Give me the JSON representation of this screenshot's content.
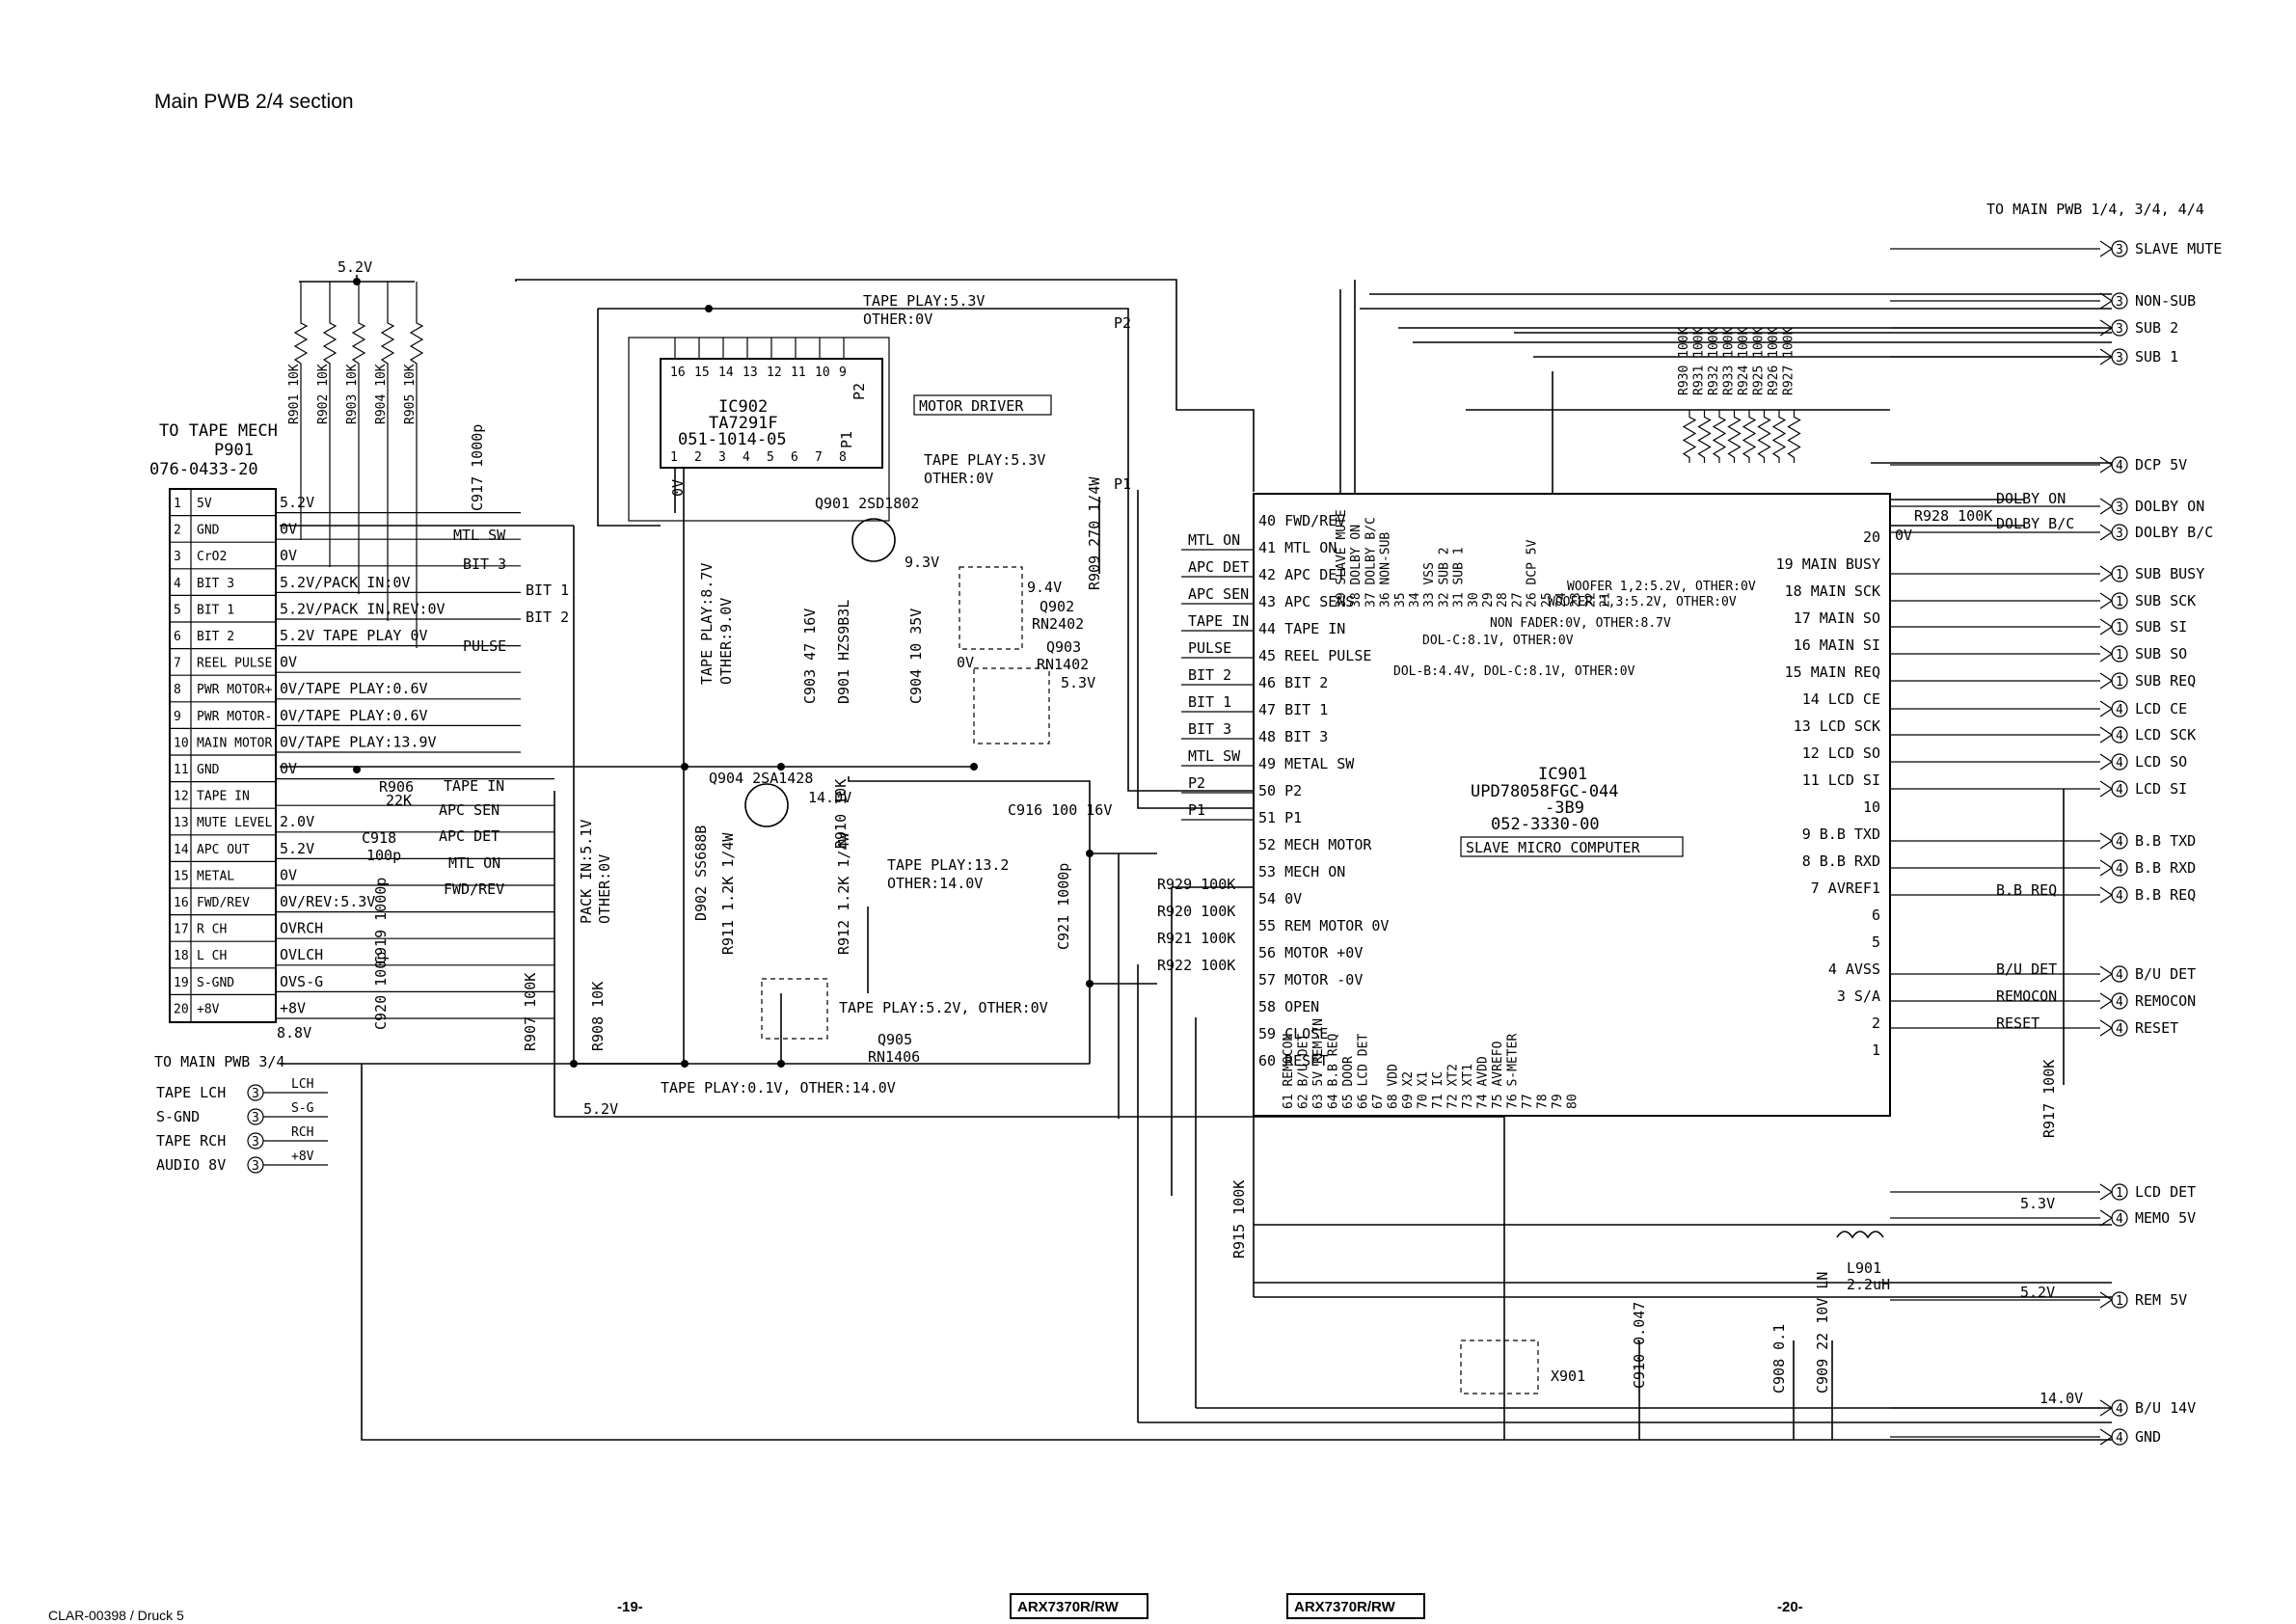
{
  "header": {
    "section_title": "Main PWB 2/4 section"
  },
  "footer": {
    "doc_id": "CLAR-00398 / Druck 5",
    "page_left": "-19-",
    "page_right": "-20-",
    "model_left": "ARX7370R/RW",
    "model_right": "ARX7370R/RW"
  },
  "tape_mech": {
    "title": "TO TAPE MECH",
    "connector": "P901",
    "part": "076-0433-20",
    "pins": [
      "1",
      "2",
      "3",
      "4",
      "5",
      "6",
      "7",
      "8",
      "9",
      "10",
      "11",
      "12",
      "13",
      "14",
      "15",
      "16",
      "17",
      "18",
      "19",
      "20"
    ],
    "names": [
      "5V",
      "GND",
      "CrO2",
      "BIT 3",
      "BIT 1",
      "BIT 2",
      "REEL PULSE",
      "PWR MOTOR+",
      "PWR MOTOR-",
      "MAIN MOTOR",
      "GND",
      "TAPE IN",
      "MUTE LEVEL",
      "APC OUT",
      "METAL",
      "FWD/REV",
      "R CH",
      "L CH",
      "S-GND",
      "+8V"
    ],
    "pin_voltages": [
      "5.2V",
      "0V",
      "0V",
      "5.2V/PACK IN:0V",
      "5.2V/PACK IN,REV:0V",
      "5.2V TAPE PLAY 0V",
      "0V",
      "0V/TAPE PLAY:0.6V",
      "0V/TAPE PLAY:0.6V",
      "0V/TAPE PLAY:13.9V",
      "0V",
      "",
      "2.0V",
      "5.2V",
      "0V",
      "0V/REV:5.3V",
      "OVRCH",
      "OVLCH",
      "OVS-G",
      "+8V"
    ],
    "signals": [
      "MTL SW",
      "BIT 3",
      "BIT 1",
      "BIT 2",
      "PULSE",
      "TAPE IN",
      "APC SEN",
      "APC DET",
      "MTL ON",
      "FWD/REV"
    ],
    "v_bottom": "8.8V"
  },
  "resistors_top": {
    "rail": "5.2V",
    "parts": [
      "R901 10K",
      "R902 10K",
      "R903 10K",
      "R904 10K",
      "R905 10K"
    ]
  },
  "audio_out": {
    "title": "TO MAIN PWB 3/4",
    "items": [
      "TAPE LCH",
      "S-GND",
      "TAPE RCH",
      "AUDIO 8V"
    ],
    "nets": [
      "LCH",
      "S-G",
      "RCH",
      "+8V"
    ],
    "conn_num": "3"
  },
  "motor_driver": {
    "ic": "IC902",
    "part": "TA7291F",
    "code": "051-1014-05",
    "label": "MOTOR DRIVER",
    "pins_top": [
      "16",
      "15",
      "14",
      "13",
      "12",
      "11",
      "10",
      "9"
    ],
    "pins_bot": [
      "1",
      "2",
      "3",
      "4",
      "5",
      "6",
      "7",
      "8"
    ],
    "p1": "P1",
    "p2": "P2",
    "pin_label_0v": "0V",
    "play_top": "TAPE PLAY:5.3V",
    "other_top": "OTHER:0V",
    "play_bot": "TAPE PLAY:5.3V",
    "other_bot": "OTHER:0V",
    "play_v": "TAPE PLAY:8.7V",
    "other_v": "OTHER:9.0V"
  },
  "parts": {
    "q901": "Q901 2SD1802",
    "v93": "9.3V",
    "r909": "R909 270 1/4W",
    "q902": "Q902",
    "rn2402": "RN2402",
    "v94": "9.4V",
    "q903": "Q903",
    "rn1402": "RN1402",
    "v53": "5.3V",
    "v0": "0V",
    "c903": "C903 47 16V",
    "d901": "D901 HZS9B3L",
    "c904": "C904 10 35V",
    "q904": "Q904 2SA1428",
    "v140": "14.0V",
    "r910": "R910 10K",
    "c916": "C916 100 16V",
    "d902": "D902 SS688B",
    "r911": "R911 1.2K 1/4W",
    "r912": "R912 1.2K 1/4W",
    "play132": "TAPE PLAY:13.2",
    "other140": "OTHER:14.0V",
    "c921": "C921 1000p",
    "q905": "Q905",
    "rn1406": "RN1406",
    "q905_play": "TAPE PLAY:5.2V, OTHER:0V",
    "play01": "TAPE PLAY:0.1V, OTHER:14.0V",
    "r906": "R906",
    "r906v": "22K",
    "c918": "C918",
    "c918v": "100p",
    "c919": "C919 1000p",
    "c920": "C920 100p",
    "c917": "C917 1000p",
    "r907": "R907 100K",
    "r908": "R908 10K",
    "pack": "PACK IN:5.1V",
    "pack2": "OTHER:0V",
    "v52": "5.2V"
  },
  "mcu": {
    "ic": "IC901",
    "part": "UPD78058FGC-044",
    "rev": "-3B9",
    "code": "052-3330-00",
    "label": "SLAVE MICRO COMPUTER",
    "left_pins": [
      "40 FWD/REV",
      "41 MTL ON",
      "42 APC DET",
      "43 APC SENS",
      "44 TAPE IN",
      "45 REEL PULSE",
      "46 BIT 2",
      "47 BIT 1",
      "48 BIT 3",
      "49 METAL SW",
      "50 P2",
      "51 P1",
      "52 MECH MOTOR",
      "53 MECH ON",
      "54 0V",
      "55 REM MOTOR 0V",
      "56 MOTOR +0V",
      "57 MOTOR -0V",
      "58 OPEN",
      "59 CLOSE",
      "60 RESET"
    ],
    "left_signals": [
      "MTL ON",
      "APC DET",
      "APC SEN",
      "TAPE IN",
      "PULSE",
      "BIT 2",
      "BIT 1",
      "BIT 3",
      "MTL SW",
      "P2",
      "P1"
    ],
    "top_pins": [
      "39 SLAVE MUTE",
      "38 DOLBY ON",
      "37 DOLBY B/C",
      "36 NON-SUB",
      "35",
      "34",
      "33 VSS",
      "32 SUB 2",
      "31 SUB 1",
      "30",
      "29",
      "28",
      "27",
      "26 DCP 5V",
      "25",
      "24",
      "23",
      "22",
      "21"
    ],
    "right_pins": [
      "20",
      "19 MAIN BUSY",
      "18 MAIN SCK",
      "17 MAIN SO",
      "16 MAIN SI",
      "15 MAIN REQ",
      "14 LCD CE",
      "13 LCD SCK",
      "12 LCD SO",
      "11 LCD SI",
      "10",
      "9 B.B TXD",
      "8 B.B RXD",
      "7 AVREF1",
      "6",
      "5",
      "4 AVSS",
      "3 S/A",
      "2",
      "1"
    ],
    "bottom_pins": [
      "61 REMOCON",
      "62 B/U DET",
      "63 5V REM-IN",
      "64 B.B REQ",
      "65 DOOR",
      "66 LCD DET",
      "67",
      "68 VDD",
      "69 X2",
      "70 X1",
      "71 IC",
      "72 XT2",
      "73 XT1",
      "74 AVDD",
      "75 AVREFO",
      "76 S-METER",
      "77",
      "78",
      "79",
      "80"
    ],
    "notes": [
      "WOOFER 1,2:5.2V, OTHER:0V",
      "WOOFER 1,3:5.2V, OTHER:0V",
      "NON FADER:0V, OTHER:8.7V",
      "DOL-C:8.1V, OTHER:0V",
      "DOL-B:4.4V, DOL-C:8.1V, OTHER:0V"
    ],
    "pullups": [
      "R930 100K",
      "R931 100K",
      "R932 100K",
      "R933 100K",
      "R924 100K",
      "R925 100K",
      "R926 100K",
      "R927 100K"
    ],
    "r928": "R928 100K",
    "r917": "R917 100K",
    "r915": "R915 100K",
    "r_left": [
      "R929 100K",
      "R920 100K",
      "R921 100K",
      "R922 100K"
    ],
    "l901": "L901",
    "l901v": "2.2uH",
    "x901": "X901",
    "c910": "C910 0.047",
    "c908": "C908 0.1",
    "c909": "C909 22 10V LN"
  },
  "right_io": {
    "title": "TO MAIN PWB 1/4, 3/4, 4/4",
    "items": [
      {
        "n": "3",
        "label": "SLAVE MUTE"
      },
      {
        "n": "3",
        "label": "NON-SUB"
      },
      {
        "n": "3",
        "label": "SUB 2"
      },
      {
        "n": "3",
        "label": "SUB 1"
      },
      {
        "n": "4",
        "label": "DCP 5V"
      },
      {
        "n": "3",
        "label": "DOLBY ON"
      },
      {
        "n": "3",
        "label": "DOLBY B/C"
      },
      {
        "n": "1",
        "label": "SUB BUSY"
      },
      {
        "n": "1",
        "label": "SUB SCK"
      },
      {
        "n": "1",
        "label": "SUB SI"
      },
      {
        "n": "1",
        "label": "SUB SO"
      },
      {
        "n": "1",
        "label": "SUB REQ"
      },
      {
        "n": "4",
        "label": "LCD CE"
      },
      {
        "n": "4",
        "label": "LCD SCK"
      },
      {
        "n": "4",
        "label": "LCD SO"
      },
      {
        "n": "4",
        "label": "LCD SI"
      },
      {
        "n": "4",
        "label": "B.B TXD"
      },
      {
        "n": "4",
        "label": "B.B RXD"
      },
      {
        "n": "4",
        "label": "B.B REQ"
      },
      {
        "n": "4",
        "label": "B/U DET"
      },
      {
        "n": "4",
        "label": "REMOCON"
      },
      {
        "n": "4",
        "label": "RESET"
      },
      {
        "n": "1",
        "label": "LCD DET"
      },
      {
        "n": "4",
        "label": "MEMO 5V"
      },
      {
        "n": "1",
        "label": "REM 5V"
      },
      {
        "n": "4",
        "label": "B/U 14V"
      },
      {
        "n": "4",
        "label": "GND"
      }
    ],
    "wire_labels": [
      "DOLBY ON",
      "DOLBY B/C",
      "B.B REQ",
      "B/U DET",
      "REMOCON",
      "RESET"
    ],
    "volts": [
      "5.3V",
      "5.2V",
      "14.0V",
      "0V"
    ]
  }
}
